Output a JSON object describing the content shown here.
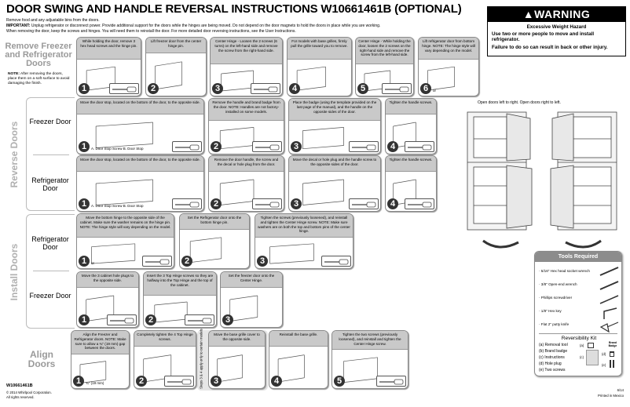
{
  "title": "DOOR SWING AND HANDLE REVERSAL INSTRUCTIONS W10661461B (OPTIONAL)",
  "intro": {
    "line1": "Remove food and any adjustable bins from the doors.",
    "important_label": "IMPORTANT:",
    "line2": " Unplug refrigerator or disconnect power. Provide additional support for the doors while the hinges are being moved. Do not depend on the door magnets to hold the doors in place while you are working.",
    "line3": "When removing the door, keep the screws and hinges. You will need them to reinstall the door. For more detailed door reversing instructions, see the User Instructions."
  },
  "warning": {
    "header": "WARNING",
    "hazard": "Excessive Weight Hazard",
    "line1": "Use two or more people to move and install refrigerator.",
    "line2": "Failure to do so can result in back or other injury."
  },
  "sections": {
    "remove": {
      "title": "Remove Freezer and Refrigerator Doors",
      "note_label": "NOTE:",
      "note": " After removing the doors, place them on a soft surface to avoid damaging the finish."
    },
    "reverse": {
      "title": "Reverse Doors",
      "freezer": "Freezer Door",
      "refrigerator": "Refrigerator Door"
    },
    "install": {
      "title": "Install Doors",
      "refrigerator": "Refrigerator Door",
      "freezer": "Freezer Door"
    },
    "align": {
      "title": "Align Doors",
      "side_note": "Steps 3 & 4 apply only to certain models"
    }
  },
  "rows": [
    {
      "id": "remove",
      "steps": [
        {
          "n": "1",
          "text": "While holding the door, remove 3 hex head screws and the hinge pin."
        },
        {
          "n": "2",
          "text": "Lift freezer door from the center hinge pin."
        },
        {
          "n": "3",
          "text": "Center Hinge - Loosen the 2 screws (6 turns) on the left-hand side and remove the screw from the right-hand side."
        },
        {
          "n": "4",
          "text": "For models with base grilles, firmly pull the grille toward you to remove."
        },
        {
          "n": "5",
          "text": "Center Hinge - While holding the door, loosen the 2 screws on the right-hand side and remove the screw from the left-hand side."
        },
        {
          "n": "6",
          "text": "Lift refrigerator door from bottom hinge. NOTE: The hinge style will vary depending on the model.",
          "caption": "or"
        }
      ]
    },
    {
      "id": "reverse-freezer",
      "steps": [
        {
          "n": "1",
          "text": "Move the door stop, located on the bottom of the door, to the opposite side.",
          "caption": "A. Door Stop Screw   B. Door Stop"
        },
        {
          "n": "2",
          "text": "Remove the handle and brand badge from the door. NOTE: Handles are not factory-installed on some models."
        },
        {
          "n": "3",
          "text": "Place the badge (using the template provided on the last page of the manual), and the handle on the opposite sides of the door."
        },
        {
          "n": "4",
          "text": "Tighten the handle screws."
        }
      ]
    },
    {
      "id": "reverse-refrigerator",
      "steps": [
        {
          "n": "1",
          "text": "Move the door stop, located on the bottom of the door, to the opposite side.",
          "caption": "A. Door Stop Screw   B. Door Stop"
        },
        {
          "n": "2",
          "text": "Remove the door handle, the screw and the decal or hole plug from the door."
        },
        {
          "n": "3",
          "text": "Move the decal or hole plug and the handle screw to the opposite sides of the door."
        },
        {
          "n": "4",
          "text": "Tighten the handle screws."
        }
      ]
    },
    {
      "id": "install-refrigerator",
      "steps": [
        {
          "n": "1",
          "text": "Move the bottom hinge to the opposite side of the cabinet. Make sure the washer remains on the hinge pin. NOTE: The hinge style will vary depending on the model.",
          "caption": "or"
        },
        {
          "n": "2",
          "text": "Set the Refrigerator door onto the bottom hinge pin."
        },
        {
          "n": "3",
          "text": "Tighten the screws (previously loosened), and reinstall and tighten the Center Hinge screw. NOTE: Make sure washers are on both the top and bottom pins of the center hinge."
        }
      ]
    },
    {
      "id": "install-freezer",
      "steps": [
        {
          "n": "1",
          "text": "Move the 3 cabinet hole plugs to the opposite side."
        },
        {
          "n": "2",
          "text": "Insert the 3 Top Hinge screws so they are halfway into the Top Hinge and the top of the cabinet."
        },
        {
          "n": "3",
          "text": "Set the freezer door onto the Center Hinge."
        }
      ]
    },
    {
      "id": "align",
      "steps": [
        {
          "n": "1",
          "text": "Align the Freezer and Refrigerator doors. NOTE: Make sure to allow a ¾\" (19 mm) gap between the doors.",
          "caption": "¾\" (19 mm)"
        },
        {
          "n": "2",
          "text": "Completely tighten the 4 Top Hinge screws."
        },
        {
          "n": "3",
          "text": "Move the base grille cover to the opposite side."
        },
        {
          "n": "4",
          "text": "Reinstall the base grille."
        },
        {
          "n": "5",
          "text": "Tighten the two screws (previously loosened), and reinstall and tighten the Center Hinge screw."
        }
      ]
    }
  ],
  "open_doors_caption": "Open doors left to right. Open doors right to left.",
  "tools": {
    "header": "Tools Required",
    "items": [
      "· 5/16\" Hex head socket wrench",
      "· 3/8\" Open-end wrench",
      "· Phillips screwdriver",
      "· 1/8\" Hex key",
      "· Flat 2\" putty knife"
    ],
    "kit_title": "Reversibility Kit",
    "kit_items": [
      "(a) Removal tool",
      "(b) Brand badge",
      "(c) Instructions",
      "(d) Hole plug",
      "(e) Two screws"
    ],
    "kit_labels": [
      "(a)",
      "(b)",
      "(c)",
      "(d)",
      "(e)"
    ],
    "brand_badge_text": "Brand Badge"
  },
  "footer": {
    "part_number": "W10661461B",
    "copyright": "© 2014 Whirlpool Corporation.",
    "rights": "All rights reserved.",
    "date": "6/14",
    "printed": "Printed in Mexico"
  }
}
